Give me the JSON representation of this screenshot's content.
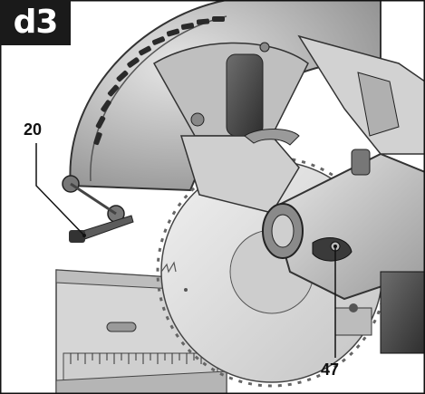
{
  "figure": {
    "badge_label": "d3",
    "callouts": [
      {
        "id": "20",
        "label": "20"
      },
      {
        "id": "47",
        "label": "47"
      }
    ]
  },
  "colors": {
    "badge_bg": "#1a1a1a",
    "badge_text": "#ffffff",
    "callout_text": "#111111",
    "metal_light": "#d9d9d9",
    "metal_mid": "#a8a8a8",
    "metal_dark": "#555555"
  },
  "icons": [
    "miter-saw-illustration"
  ]
}
